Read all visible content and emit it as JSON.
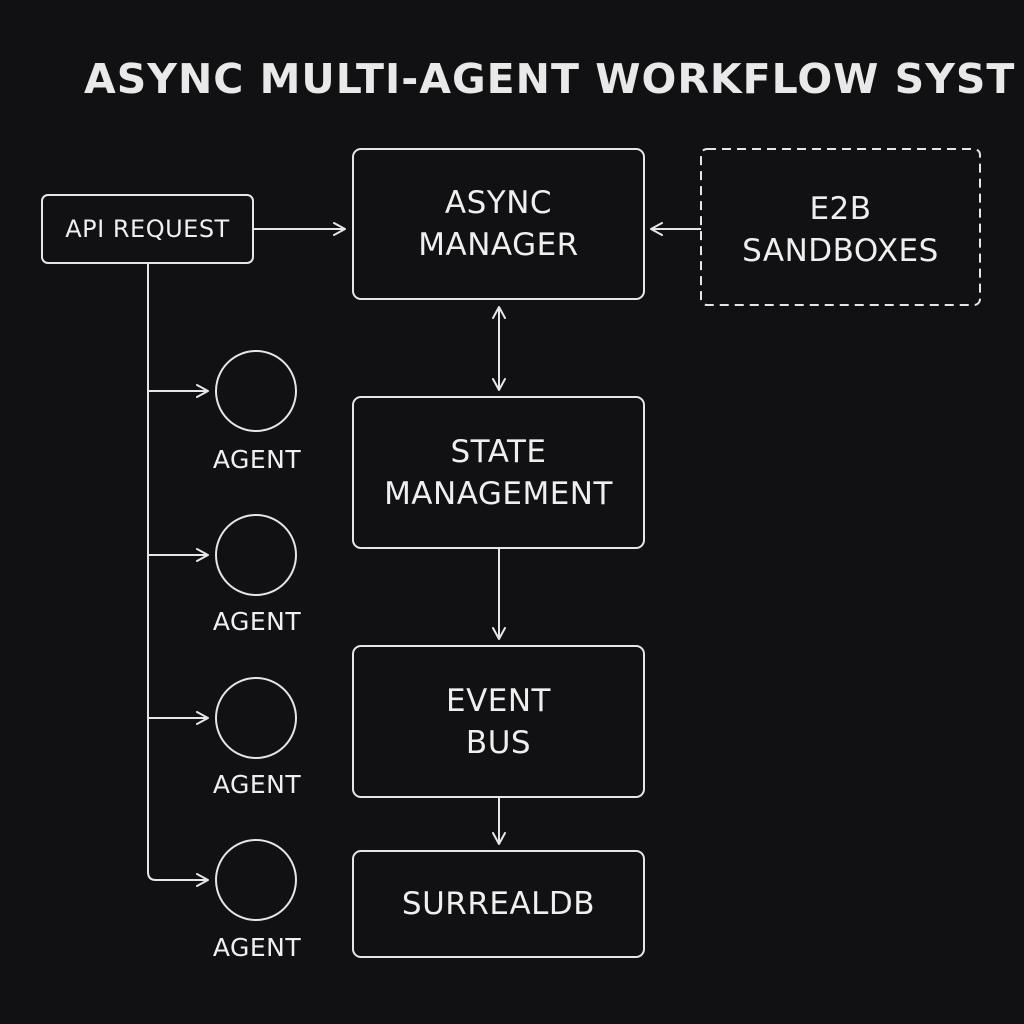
{
  "title": "ASYNC MULTI-AGENT WORKFLOW SYST",
  "nodes": {
    "api_request": {
      "label": "API REQUEST"
    },
    "async_manager": {
      "lines": [
        "ASYNC",
        "MANAGER"
      ]
    },
    "e2b_sandboxes": {
      "lines": [
        "E2B",
        "SANDBOXES"
      ]
    },
    "state_management": {
      "lines": [
        "STATE",
        "MANAGEMENT"
      ]
    },
    "event_bus": {
      "lines": [
        "EVENT",
        "BUS"
      ]
    },
    "surrealdb": {
      "label": "SURREALDB"
    }
  },
  "agents": [
    {
      "label": "AGENT"
    },
    {
      "label": "AGENT"
    },
    {
      "label": "AGENT"
    },
    {
      "label": "AGENT"
    }
  ],
  "colors": {
    "background": "#111113",
    "stroke": "#e6e6e6",
    "text": "#efefef"
  }
}
